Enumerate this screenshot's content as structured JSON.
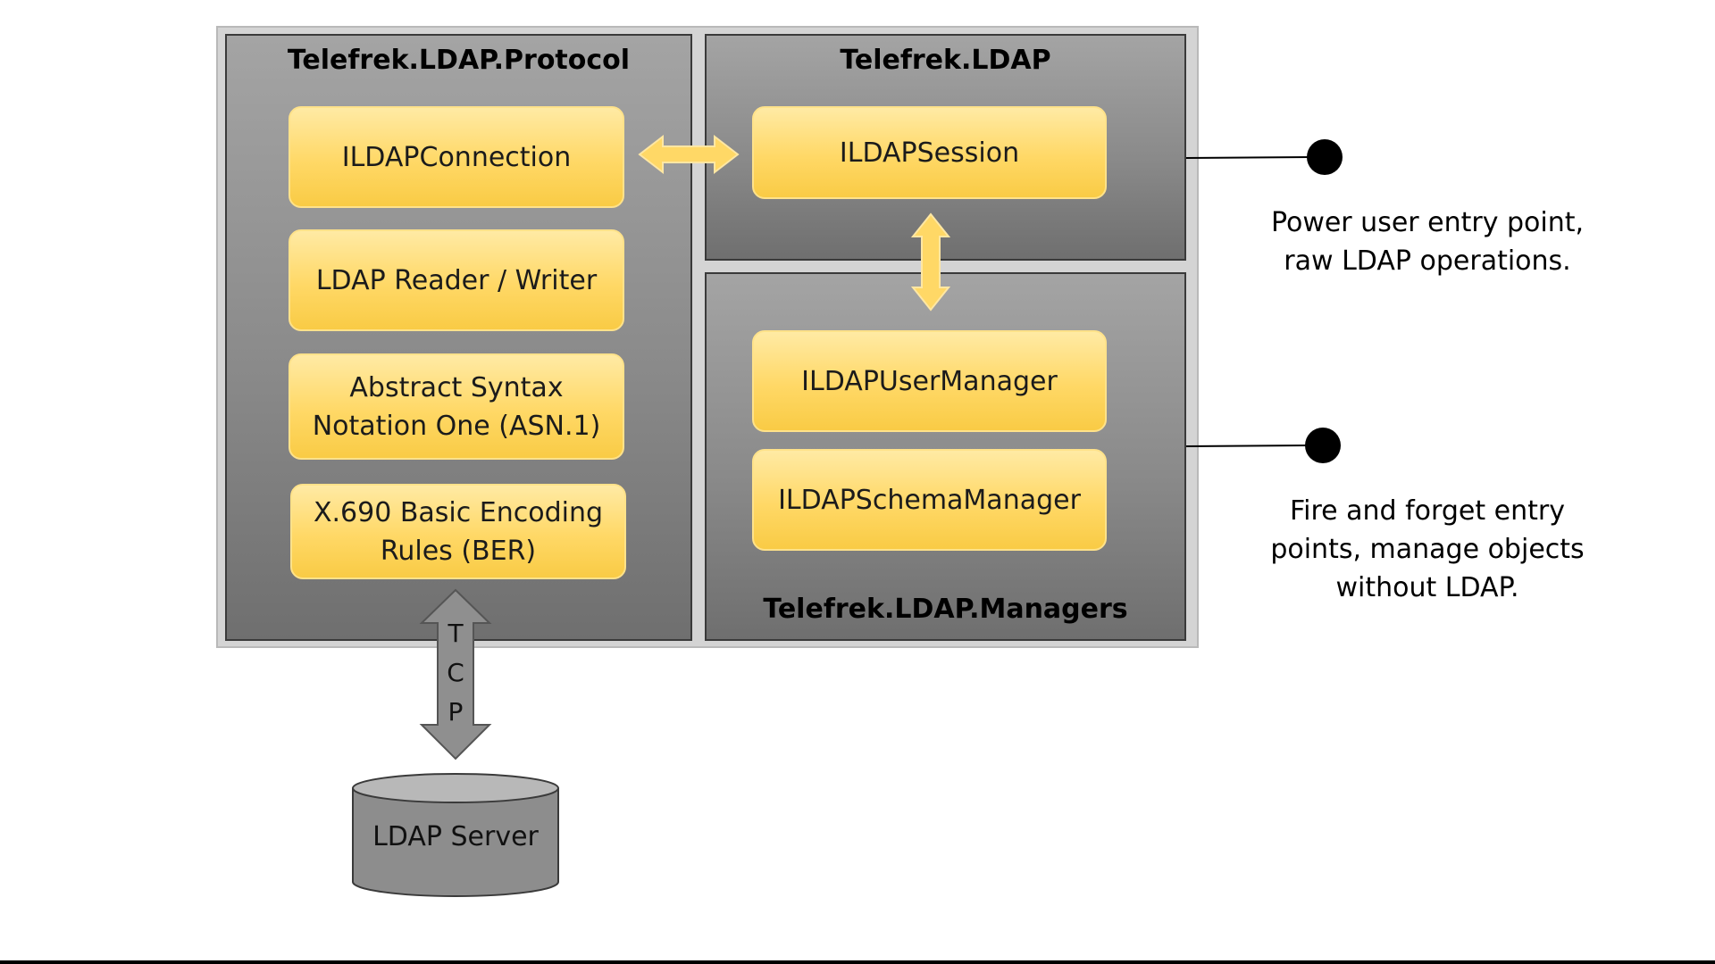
{
  "panels": {
    "protocol": {
      "title": "Telefrek.LDAP.Protocol"
    },
    "ldap": {
      "title": "Telefrek.LDAP"
    },
    "managers": {
      "title": "Telefrek.LDAP.Managers"
    }
  },
  "protocol_boxes": [
    {
      "label": "ILDAPConnection"
    },
    {
      "label": "LDAP Reader / Writer"
    },
    {
      "label": "Abstract Syntax\nNotation One (ASN.1)"
    },
    {
      "label": "X.690 Basic Encoding\nRules (BER)"
    }
  ],
  "ldap_boxes": [
    {
      "label": "ILDAPSession"
    }
  ],
  "manager_boxes": [
    {
      "label": "ILDAPUserManager"
    },
    {
      "label": "ILDAPSchemaManager"
    }
  ],
  "tcp_letters": [
    "T",
    "C",
    "P"
  ],
  "server": {
    "label": "LDAP Server"
  },
  "entry_points": [
    {
      "text": "Power user entry point,\nraw LDAP operations."
    },
    {
      "text": "Fire and forget entry\npoints, manage objects\nwithout LDAP."
    }
  ],
  "colors": {
    "component_fill": "#ffd866",
    "component_border": "#ffe28a",
    "panel_fill": "#8a8a8a",
    "panel_border": "#3a3a3a",
    "frame_fill": "#d4d4d4",
    "dot": "#000000"
  }
}
